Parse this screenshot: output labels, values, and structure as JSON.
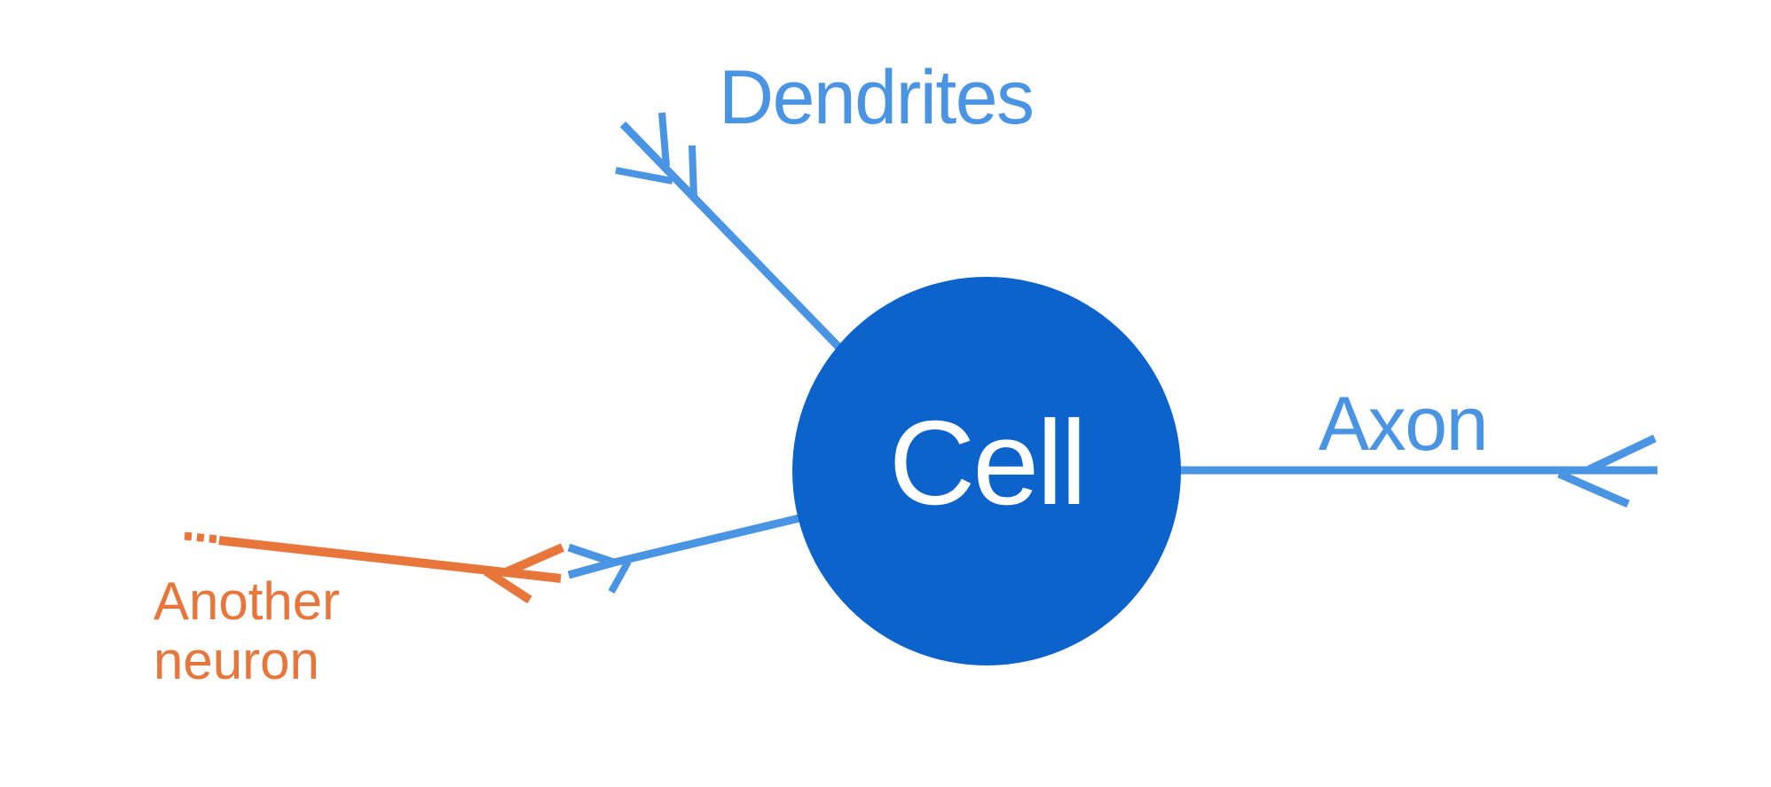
{
  "title": "Neuron diagram",
  "labels": {
    "dendrites": "Dendrites",
    "cell": "Cell",
    "axon": "Axon",
    "another_neuron": "Another\nneuron"
  },
  "colors": {
    "background": "#ffffff",
    "cell_fill": "#0b63cb",
    "cell_text": "#ffffff",
    "neuron_stroke": "#4a94e4",
    "other_neuron": "#e8753a"
  },
  "diagram": {
    "type": "neuron-schematic",
    "parts": [
      {
        "name": "cell-body",
        "shape": "circle",
        "label": "Cell"
      },
      {
        "name": "upper-dendrite",
        "shape": "branched-line",
        "label": "Dendrites"
      },
      {
        "name": "axon",
        "shape": "arrow-line",
        "label": "Axon"
      },
      {
        "name": "lower-dendrite",
        "shape": "branched-line-with-chevron",
        "label": ""
      },
      {
        "name": "other-neuron-axon",
        "shape": "dashed-start-arrow-line",
        "label": "Another neuron"
      }
    ]
  }
}
